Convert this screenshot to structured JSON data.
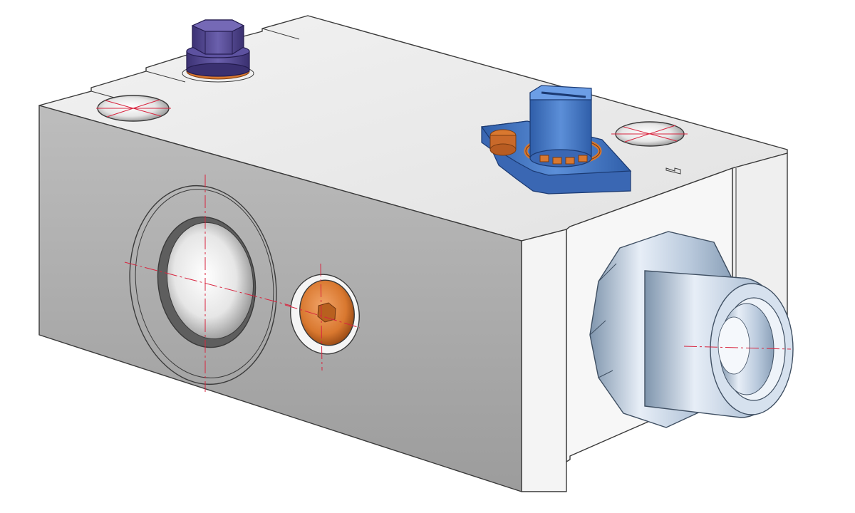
{
  "scene": {
    "colors": {
      "background": "#ffffff",
      "block_front": "#a8a8a8",
      "block_top": "#ececec",
      "block_side": "#f3f3f3",
      "copper": "#d9782f",
      "plug_cap": "#4a3f8c",
      "valve_blue": "#3f6fbe",
      "fitting_steel": "#b9c9dc",
      "centerline": "#d8253f"
    },
    "parts": [
      {
        "id": "manifold-block",
        "material": "aluminium"
      },
      {
        "id": "hex-plug",
        "material": "purple-anodized"
      },
      {
        "id": "hex-socket-plug",
        "material": "copper"
      },
      {
        "id": "check-valve",
        "material": "blue"
      },
      {
        "id": "threaded-fitting",
        "material": "zinc-plated-steel"
      }
    ]
  }
}
